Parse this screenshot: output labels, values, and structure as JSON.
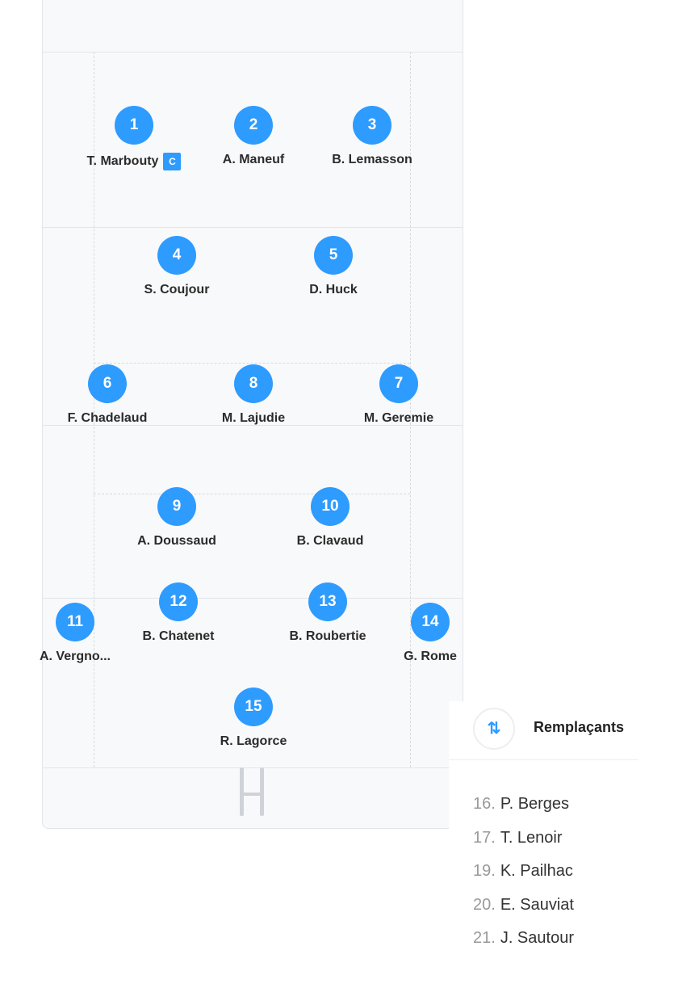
{
  "players": [
    {
      "number": "1",
      "name": "T. Marbouty",
      "captain": "C"
    },
    {
      "number": "2",
      "name": "A. Maneuf"
    },
    {
      "number": "3",
      "name": "B. Lemasson"
    },
    {
      "number": "4",
      "name": "S. Coujour"
    },
    {
      "number": "5",
      "name": "D. Huck"
    },
    {
      "number": "6",
      "name": "F. Chadelaud"
    },
    {
      "number": "8",
      "name": "M. Lajudie"
    },
    {
      "number": "7",
      "name": "M. Geremie"
    },
    {
      "number": "9",
      "name": "A. Doussaud"
    },
    {
      "number": "10",
      "name": "B. Clavaud"
    },
    {
      "number": "11",
      "name": "A. Vergno..."
    },
    {
      "number": "12",
      "name": "B. Chatenet"
    },
    {
      "number": "13",
      "name": "B. Roubertie"
    },
    {
      "number": "14",
      "name": "G. Rome"
    },
    {
      "number": "15",
      "name": "R. Lagorce"
    }
  ],
  "substitutes": {
    "title": "Remplaçants",
    "icon": "swap-icon",
    "items": [
      {
        "number": "16.",
        "name": "P. Berges"
      },
      {
        "number": "17.",
        "name": "T. Lenoir"
      },
      {
        "number": "19.",
        "name": "K. Pailhac"
      },
      {
        "number": "20.",
        "name": "E. Sauviat"
      },
      {
        "number": "21.",
        "name": "J. Sautour"
      }
    ]
  },
  "colors": {
    "accent": "#2e9bff",
    "field": "#f8f9fa"
  }
}
